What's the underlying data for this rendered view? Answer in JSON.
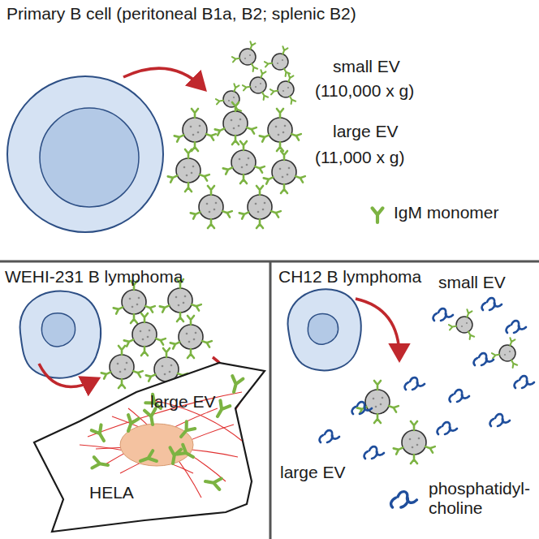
{
  "diagram": {
    "nodes": [
      {
        "text": [
          "Primary B cell (peritoneal B1a, B2; splenic B2)"
        ]
      },
      {
        "text": [
          "WEHI-231 B lymphoma"
        ]
      },
      {
        "text": [
          "HELA"
        ],
        "in": 1
      },
      {
        "text": [
          "CH12 B lymphoma"
        ]
      }
    ],
    "labels": [
      "small EV",
      "(110,000 x g)",
      "large EV",
      "(11,000 x g)",
      "large EV",
      "small EV",
      "large EV"
    ],
    "legend": [
      {
        "text": "IgM monomer"
      },
      {
        "text": "phosphatidyl- choline"
      }
    ]
  }
}
